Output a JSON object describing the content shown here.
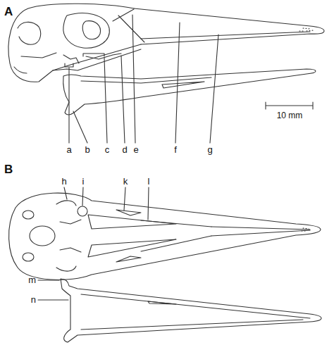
{
  "diagram": {
    "labels": [
      "A",
      "10 mm",
      "a",
      "b",
      "c",
      "d",
      "e",
      "f",
      "g",
      "B",
      "h",
      "i",
      "k",
      "l",
      "m",
      "n"
    ]
  }
}
